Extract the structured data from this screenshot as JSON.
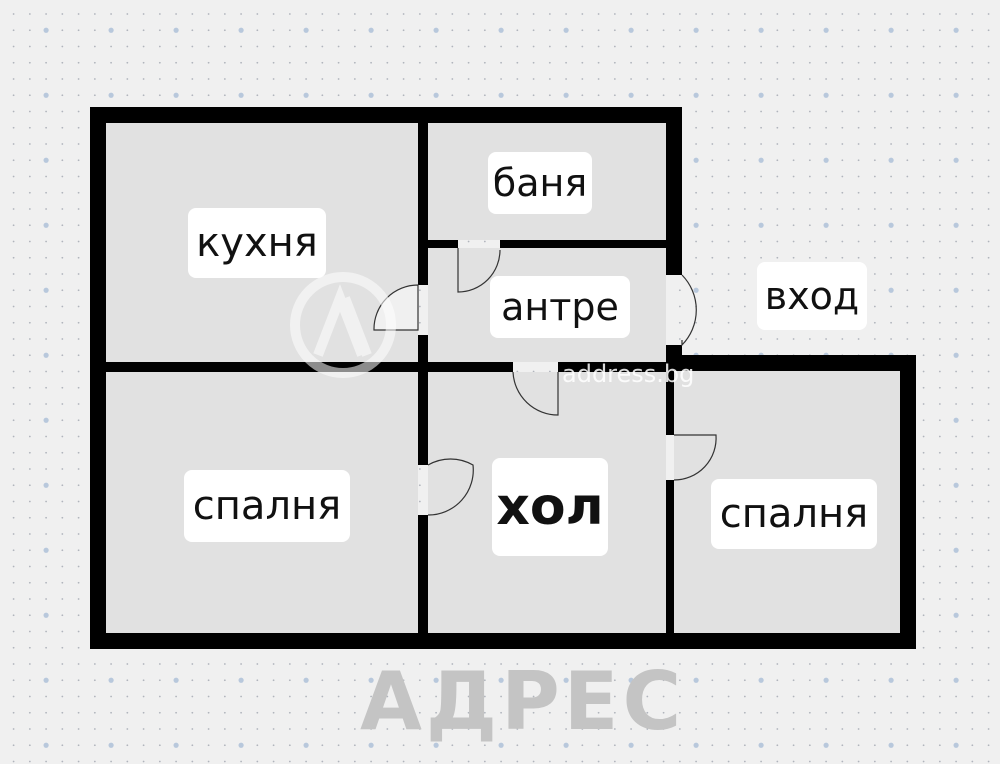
{
  "rooms": {
    "kitchen": "кухня",
    "bathroom": "баня",
    "hallway": "антре",
    "entrance": "вход",
    "bedroom_left": "спалня",
    "living": "хол",
    "bedroom_right": "спалня"
  },
  "watermark": {
    "brand": "АДРЕС",
    "site": "address.bg"
  },
  "colors": {
    "background": "#f0f0f0",
    "room_fill": "#e1e1e1",
    "wall": "#000000",
    "grid_dot": "#b0b4bc",
    "grid_major_dot": "#b8c8dc"
  }
}
